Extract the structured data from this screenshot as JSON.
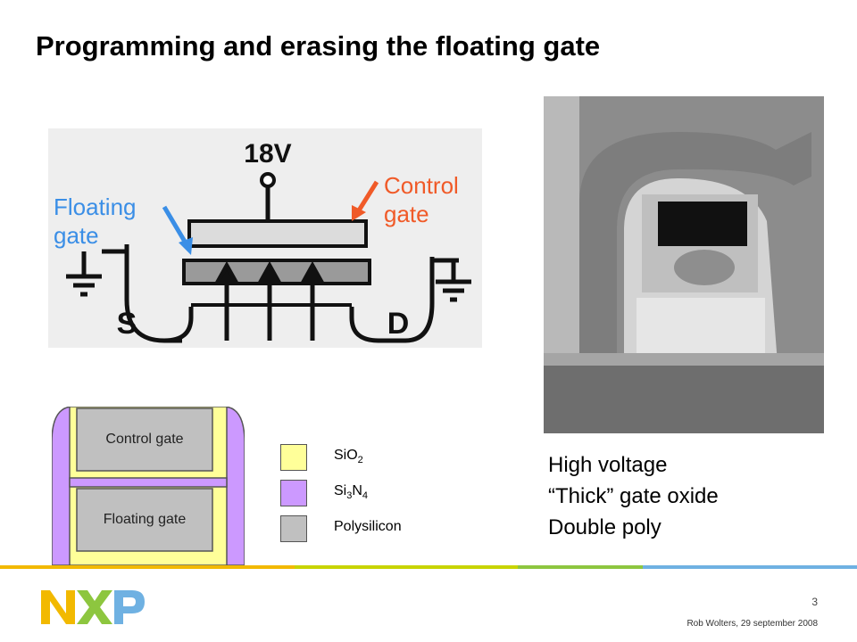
{
  "slide": {
    "title": "Programming and erasing the floating gate",
    "page_number": "3",
    "author_date": "Rob Wolters, 29 september 2008"
  },
  "diagram": {
    "voltage": "18V",
    "source": "S",
    "drain": "D",
    "floating_gate_label": [
      "Floating",
      "gate"
    ],
    "control_gate_label": [
      "Control",
      "gate"
    ],
    "colors": {
      "orange": "#f05a28",
      "blue": "#3a8ee6"
    }
  },
  "bullets": [
    "High voltage",
    "“Thick” gate oxide",
    "Double poly"
  ],
  "cross_section": {
    "control_gate": "Control gate",
    "floating_gate": "Floating gate"
  },
  "legend": [
    {
      "base": "SiO",
      "sub": "2",
      "tail": "",
      "color": "#ffff99"
    },
    {
      "base": "Si",
      "sub": "3",
      "tail": "N",
      "sub2": "4",
      "color": "#cc99ff"
    },
    {
      "base": "Polysilicon",
      "sub": "",
      "tail": "",
      "color": "#c0c0c0"
    }
  ],
  "logo": {
    "text": "NXP",
    "colors": [
      "#f2b900",
      "#8dc63f",
      "#6fb1e2"
    ]
  },
  "footer_colors": [
    "#f2b900",
    "#8dc63f",
    "#6fb1e2"
  ]
}
